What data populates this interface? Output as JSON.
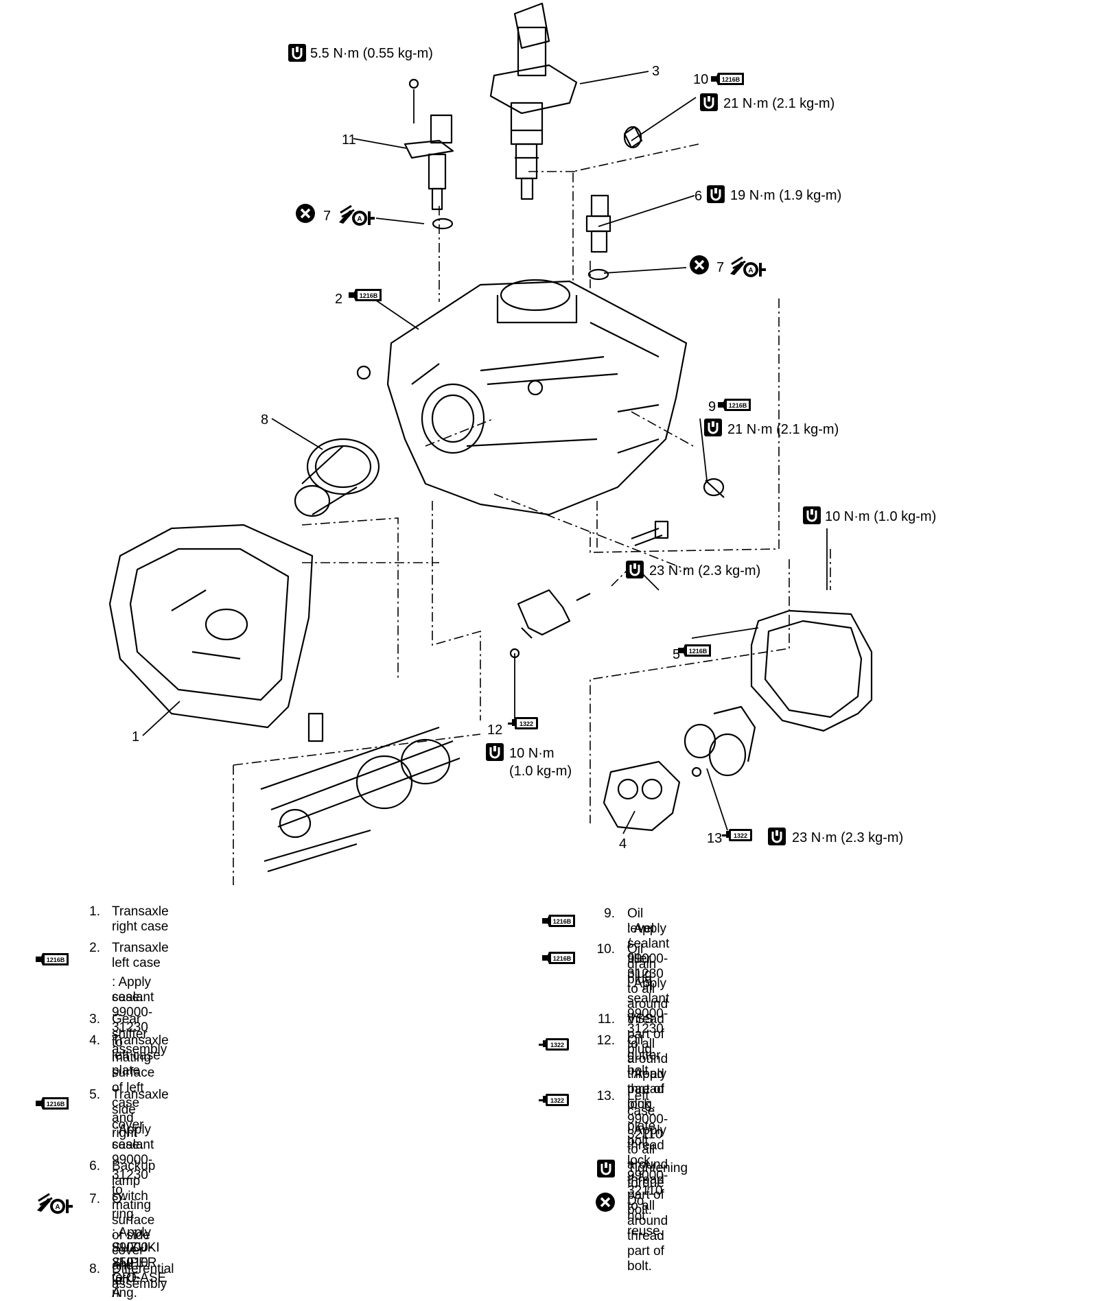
{
  "diagram": {
    "torques": {
      "t_vss": "5.5 N·m (0.55 kg-m)",
      "t_drain": "21 N·m (2.1 kg-m)",
      "t_backup": "19 N·m (1.9 kg-m)",
      "t_filler": "21 N·m (2.1 kg-m)",
      "t_cover": "10 N·m (1.0 kg-m)",
      "t_case": "23 N·m (2.3 kg-m)",
      "t_gutter_a": "10 N·m",
      "t_gutter_b": "(1.0 kg-m)",
      "t_plate": "23 N·m (2.3 kg-m)"
    },
    "callouts": {
      "c1": "1",
      "c2": "2",
      "c3": "3",
      "c4": "4",
      "c5": "5",
      "c6": "6",
      "c7a": "7",
      "c7b": "7",
      "c8": "8",
      "c9": "9",
      "c10": "10",
      "c11": "11",
      "c12": "12",
      "c13": "13"
    },
    "sealant_code": "1216B",
    "threadlock_code": "1322",
    "grease_letter": "A"
  },
  "legend": {
    "items": [
      {
        "num": "1.",
        "name": "Transaxle right case"
      },
      {
        "num": "2.",
        "name": "Transaxle left case",
        "note": ": Apply sealant 99000-31230 to mating surface of left case and right",
        "note2": "case."
      },
      {
        "num": "3.",
        "name": "Gear shifter assembly"
      },
      {
        "num": "4.",
        "name": "Transaxle left case plate"
      },
      {
        "num": "5.",
        "name": "Transaxle side cover",
        "note": ": Apply sealant 99000-31230 to mating surface of side cover and left",
        "note2": "case."
      },
      {
        "num": "6.",
        "name": "Backup lamp switch"
      },
      {
        "num": "7.",
        "name": "O-ring",
        "note": ": Apply SUZUKI SUPER GREASE A",
        "note2": "99000-25010 to O-ring."
      },
      {
        "num": "8.",
        "name": "Differential assembly"
      },
      {
        "num": "9.",
        "name": "Oil level / filler plug",
        "note": ": Apply sealant 99000-31230 to all around thread part of plug."
      },
      {
        "num": "10.",
        "name": "Oil drain plug",
        "note": ": Apply sealant 99000-31230 to all around thread part of plug."
      },
      {
        "num": "11.",
        "name": "VSS"
      },
      {
        "num": "12.",
        "name": "Oil gutter bolt",
        "note": ": Apply thread lock 99000-32110 to all around thread part of bolt."
      },
      {
        "num": "13.",
        "name": "Left case plate bolt",
        "note": ": Apply thread lock 99000-32110 to all around thread part of bolt."
      }
    ],
    "symbols": {
      "torque": "Tightening torque",
      "noreuse": "Do not reuse."
    }
  }
}
